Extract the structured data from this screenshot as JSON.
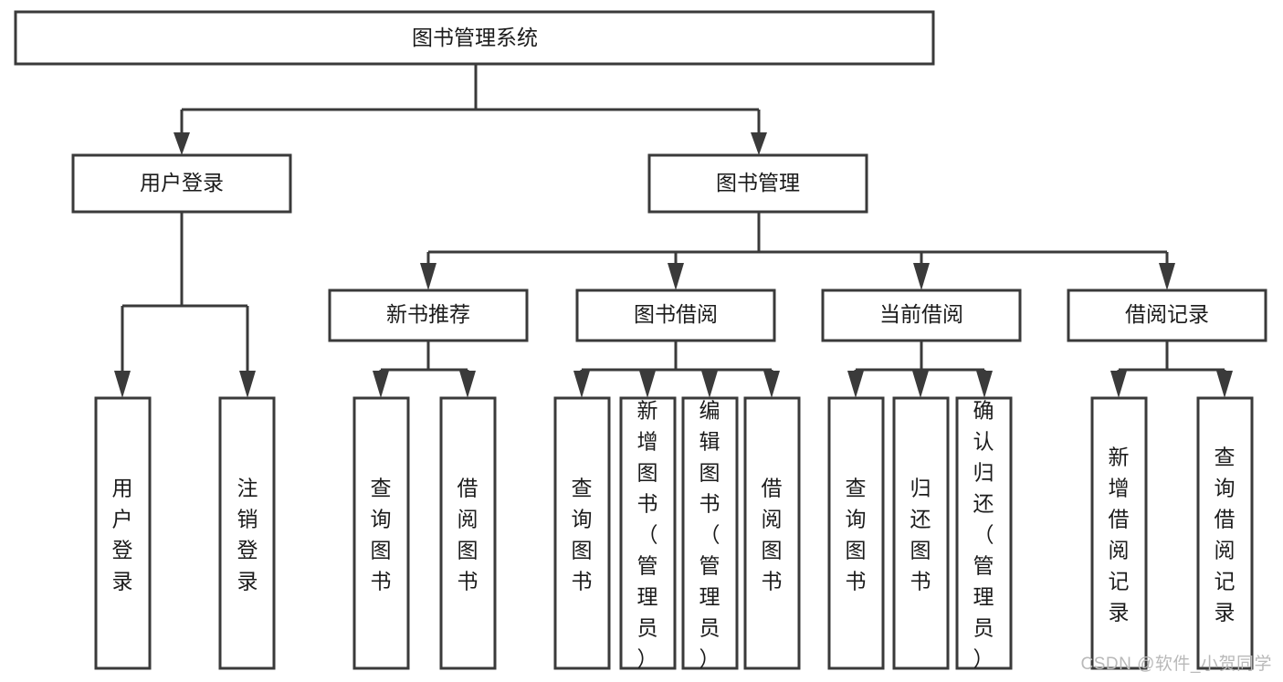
{
  "diagram": {
    "type": "tree-hierarchy-chart",
    "title": "图书管理系统",
    "orientation": "top-down",
    "background_color": "#ffffff",
    "line_color": "#3a3a3a",
    "box_fill": "#ffffff",
    "text_color": "#1b1b1b"
  },
  "watermark": {
    "text": "CSDN @软件_小贺同学",
    "color": "#b9b9b9"
  },
  "nodes": {
    "root": {
      "label": "图书管理系统",
      "level": 0
    },
    "level1": [
      {
        "id": "user-login",
        "label": "用户登录"
      },
      {
        "id": "book-management",
        "label": "图书管理"
      }
    ],
    "level2": [
      {
        "id": "new-book-recommend",
        "label": "新书推荐",
        "parent": "book-management"
      },
      {
        "id": "book-borrow",
        "label": "图书借阅",
        "parent": "book-management"
      },
      {
        "id": "current-borrow",
        "label": "当前借阅",
        "parent": "book-management"
      },
      {
        "id": "borrow-record",
        "label": "借阅记录",
        "parent": "book-management"
      }
    ],
    "leaves": {
      "user-login": [
        {
          "id": "leaf-user-login",
          "label": "用户登录"
        },
        {
          "id": "leaf-logout",
          "label": "注销登录"
        }
      ],
      "new-book-recommend": [
        {
          "id": "leaf-query-book-1",
          "label": "查询图书"
        },
        {
          "id": "leaf-borrow-book-1",
          "label": "借阅图书"
        }
      ],
      "book-borrow": [
        {
          "id": "leaf-query-book-2",
          "label": "查询图书"
        },
        {
          "id": "leaf-add-book",
          "label": "新增图书（管理员）"
        },
        {
          "id": "leaf-edit-book",
          "label": "编辑图书（管理员）"
        },
        {
          "id": "leaf-borrow-book-2",
          "label": "借阅图书"
        }
      ],
      "current-borrow": [
        {
          "id": "leaf-query-book-3",
          "label": "查询图书"
        },
        {
          "id": "leaf-return-book",
          "label": "归还图书"
        },
        {
          "id": "leaf-confirm-return",
          "label": "确认归还（管理员）"
        }
      ],
      "borrow-record": [
        {
          "id": "leaf-add-record",
          "label": "新增借阅记录"
        },
        {
          "id": "leaf-query-record",
          "label": "查询借阅记录"
        }
      ]
    }
  }
}
